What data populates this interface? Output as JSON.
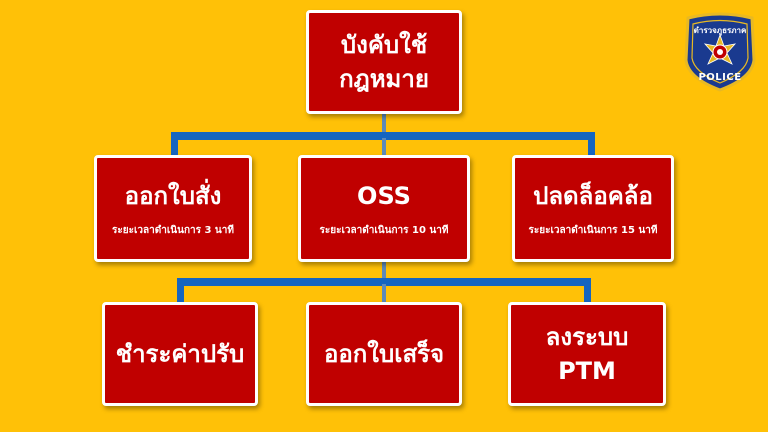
{
  "root": {
    "line1": "บังคับใช้",
    "line2": "กฎหมาย"
  },
  "level1": [
    {
      "title": "ออกใบสั่ง",
      "subtitle": "ระยะเวลาดำเนินการ 3 นาที"
    },
    {
      "title": "OSS",
      "subtitle": "ระยะเวลาดำเนินการ 10 นาที"
    },
    {
      "title": "ปลดล็อคล้อ",
      "subtitle": "ระยะเวลาดำเนินการ 15 นาที"
    }
  ],
  "level2": [
    {
      "line1": "ชำระค่าปรับ",
      "line2": ""
    },
    {
      "line1": "ออกใบเสร็จ",
      "line2": ""
    },
    {
      "line1": "ลงระบบ",
      "line2": "PTM"
    }
  ],
  "badge": {
    "top_text": "ตำรวจภูธรภาค",
    "bottom_text": "POLICE"
  },
  "colors": {
    "background": "#FFC107",
    "box": "#C00000",
    "connector": "#1565C0",
    "badge": "#1A3A8F"
  }
}
